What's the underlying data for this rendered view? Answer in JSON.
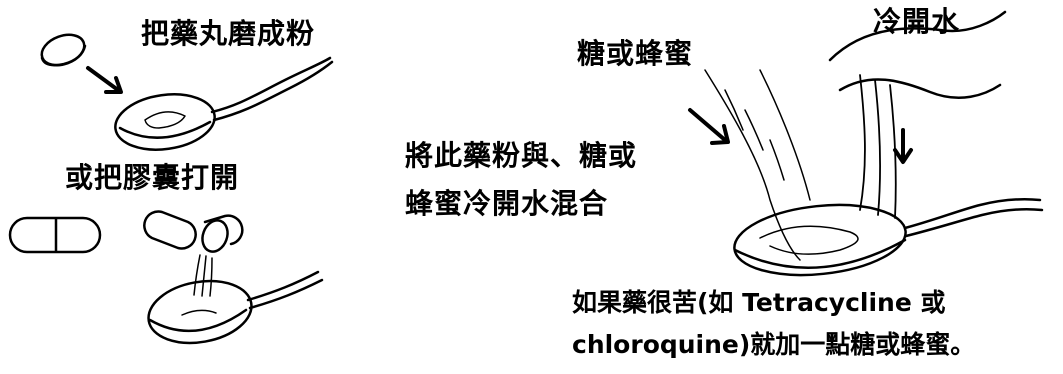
{
  "labels": {
    "crush_pill": "把藥丸磨成粉",
    "open_capsule": "或把膠囊打開",
    "sugar_honey": "糖或蜂蜜",
    "cool_boiled_water": "冷開水",
    "mix_line1": "將此藥粉與、糖或",
    "mix_line2": "蜂蜜冷開水混合",
    "bitter_line1": "如果藥很苦(如 Tetracycline 或",
    "bitter_line2": "chloroquine)就加一點糖或蜂蜜。"
  }
}
